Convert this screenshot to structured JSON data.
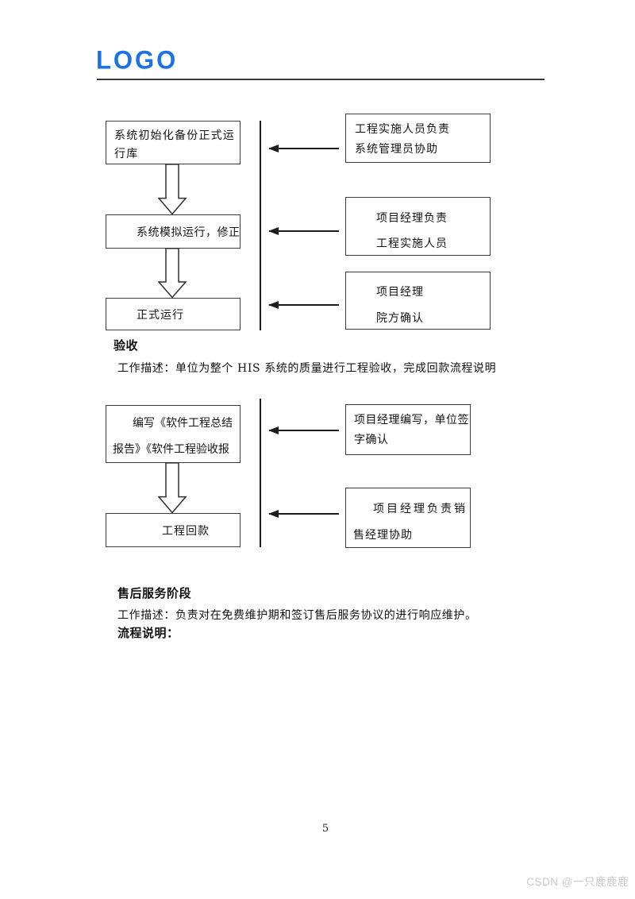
{
  "header": {
    "logo": "LOGO"
  },
  "flowchart1": {
    "left_boxes": [
      {
        "lines": [
          "系统初始化备份正式运",
          "行库"
        ]
      },
      {
        "lines": [
          "系统模拟运行，修正"
        ]
      },
      {
        "lines": [
          "正式运行"
        ]
      }
    ],
    "right_boxes": [
      {
        "lines": [
          "工程实施人员负责",
          "系统管理员协助"
        ]
      },
      {
        "lines": [
          "项目经理负责",
          "工程实施人员"
        ]
      },
      {
        "lines": [
          "项目经理",
          "院方确认"
        ]
      }
    ]
  },
  "sections": {
    "acceptance": {
      "heading": "验收",
      "description": "工作描述：单位为整个 HIS 系统的质量进行工程验收，完成回款流程说明"
    },
    "after_sales": {
      "heading": "售后服务阶段",
      "description": "工作描述：负责对在免费维护期和签订售后服务协议的进行响应维护。",
      "subheading": "流程说明："
    }
  },
  "flowchart2": {
    "left_boxes": [
      {
        "lines": [
          "编写《软件工程总结",
          "报告》《软件工程验收报"
        ]
      },
      {
        "lines": [
          "工程回款"
        ]
      }
    ],
    "right_boxes": [
      {
        "lines": [
          "项目经理编写，单位签",
          "字确认"
        ]
      },
      {
        "lines": [
          "项目经理负责销",
          "售经理协助"
        ]
      }
    ]
  },
  "footer": {
    "page_number": "5"
  },
  "watermark": {
    "text": "CSDN @一只鹿鹿鹿"
  },
  "colors": {
    "logo_blue": "#1c72e8",
    "line_dark": "#1c1c1c",
    "box_border": "#3c3c3c",
    "watermark_gray": "#c9c9c9"
  }
}
